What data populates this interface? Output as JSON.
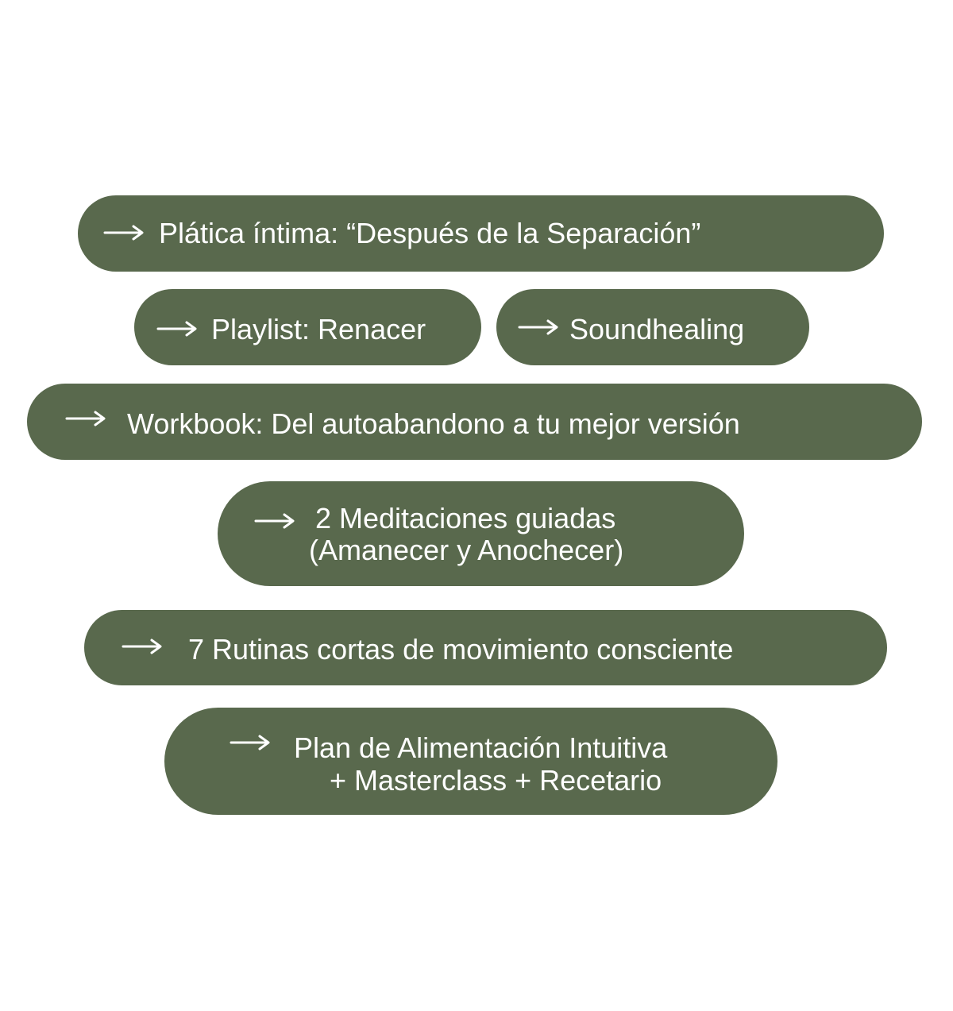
{
  "colors": {
    "pill": "#59694d",
    "text": "#ffffff",
    "background": "#ffffff"
  },
  "icon": "arrow-right-icon",
  "items": [
    {
      "label": "Plática íntima: “Después de la Separación”"
    },
    {
      "label": "Playlist: Renacer"
    },
    {
      "label": "Soundhealing"
    },
    {
      "label": "Workbook: Del autoabandono a tu mejor versión"
    },
    {
      "line1": "2 Meditaciones guiadas",
      "line2": "(Amanecer y Anochecer)"
    },
    {
      "label": "7 Rutinas cortas de movimiento consciente"
    },
    {
      "line1": "Plan de Alimentación Intuitiva",
      "line2": "+ Masterclass + Recetario"
    }
  ]
}
